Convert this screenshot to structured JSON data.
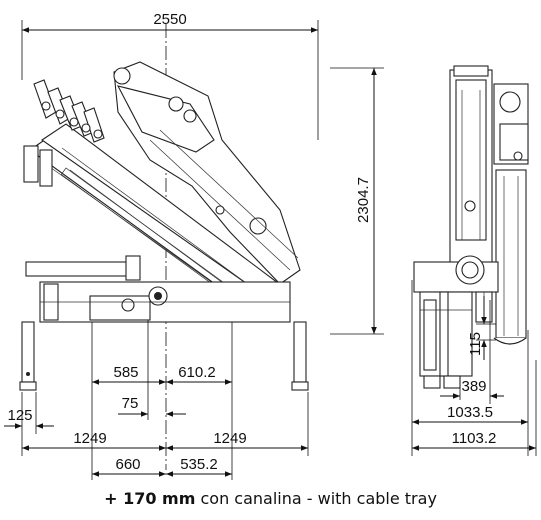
{
  "dimensions": {
    "total_width": "2550",
    "total_height": "2304.7",
    "left_inner": "585",
    "right_inner": "610.2",
    "center_offset": "75",
    "foot_offset": "125",
    "half_left": "1249",
    "half_right": "1249",
    "bottom_left": "660",
    "bottom_right": "535.2",
    "side_small": "115",
    "side_depth": "389",
    "side_mid": "1033.5",
    "side_total": "1103.2"
  },
  "caption": {
    "bold": "+ 170 mm",
    "text": " con canalina - with cable tray"
  }
}
